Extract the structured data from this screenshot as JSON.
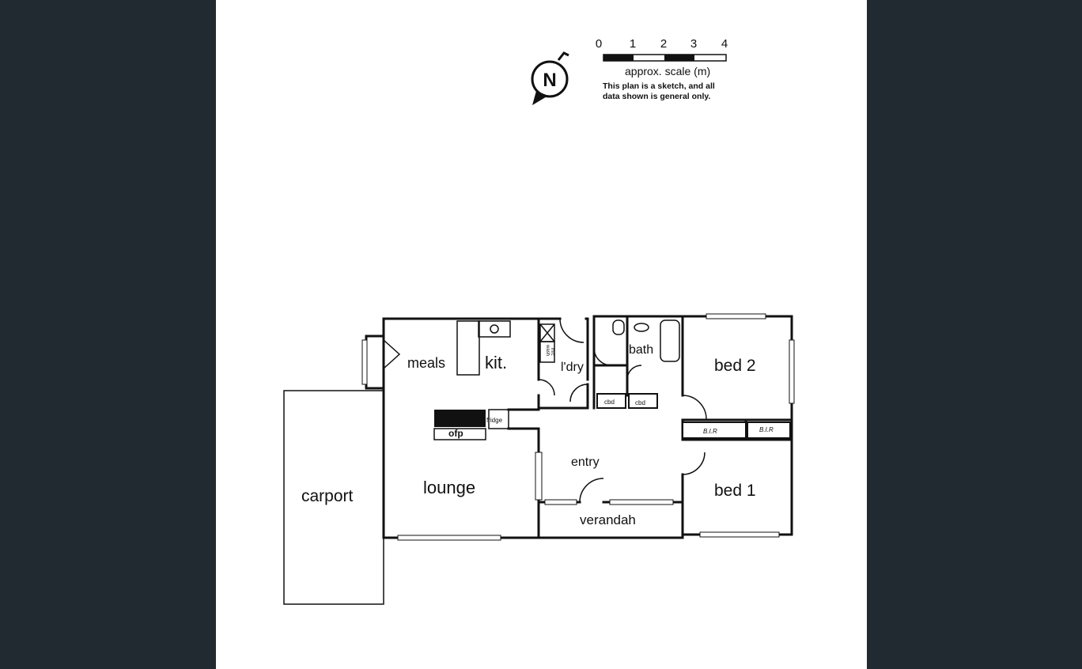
{
  "scale_bar": {
    "ticks": [
      "0",
      "1",
      "2",
      "3",
      "4"
    ],
    "caption": "approx. scale (m)",
    "note_line1": "This plan is a sketch, and all",
    "note_line2": "data shown is general only."
  },
  "north_arrow": {
    "letter": "N",
    "icon": "north-arrow-icon"
  },
  "rooms": {
    "meals": "meals",
    "kitchen": "kit.",
    "laundry": "l'dry",
    "bath": "bath",
    "bed2": "bed 2",
    "bed1": "bed 1",
    "entry": "entry",
    "lounge": "lounge",
    "verandah": "verandah",
    "carport": "carport"
  },
  "fixtures": {
    "fridge": "fridge",
    "ofp": "ofp",
    "cbd_left": "cbd",
    "cbd_right": "cbd",
    "bir_left": "B.I.R",
    "bir_right": "B.I.R",
    "wash_line1": "wash",
    "wash_line2": "m/c"
  },
  "colors": {
    "page_background": "#222a31",
    "sheet": "#ffffff",
    "ink": "#111111"
  }
}
